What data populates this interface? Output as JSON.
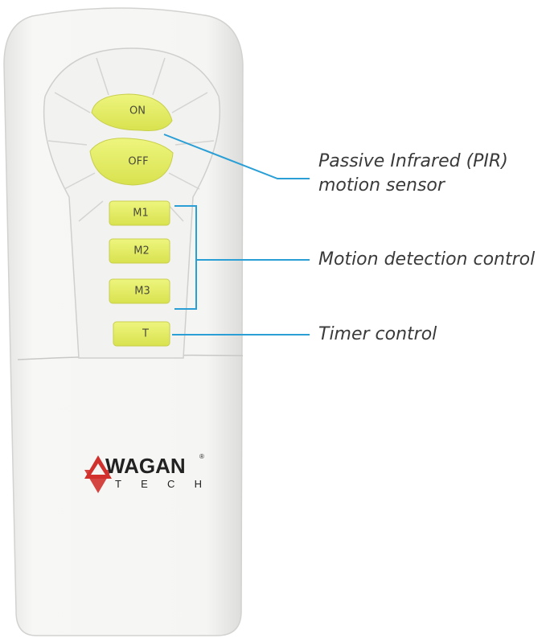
{
  "remote": {
    "buttons": {
      "on": "ON",
      "off": "OFF",
      "m1": "M1",
      "m2": "M2",
      "m3": "M3",
      "t": "T"
    },
    "brand": {
      "name": "WAGAN",
      "sub": "TECH",
      "registered": "®"
    }
  },
  "callouts": {
    "pir_line1": "Passive Infrared (PIR)",
    "pir_line2": "motion sensor",
    "motion": "Motion detection control",
    "timer": "Timer control"
  },
  "colors": {
    "button_yellow": "#e6f06a",
    "leader_blue": "#2a9fd6",
    "logo_red": "#d0312d",
    "body_white": "#f4f4f2"
  }
}
